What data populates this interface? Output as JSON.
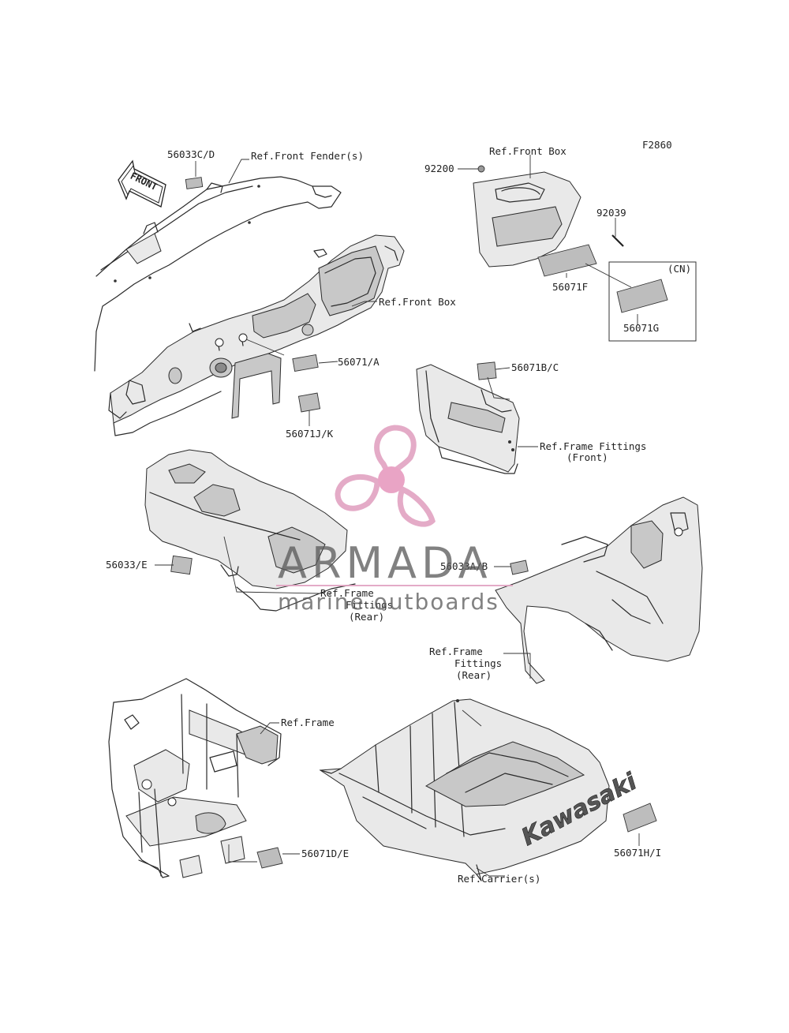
{
  "figure_code": "F2860",
  "front_arrow_label": "FRONT",
  "watermark": {
    "brand": "ARMADA",
    "tagline": "marine outboards",
    "logo_color": "#e2a3c1",
    "logo_center_color": "#e79bbf"
  },
  "callouts": {
    "c56033cd": "56033C/D",
    "ref_front_fender": "Ref.Front Fender(s)",
    "c92200": "92200",
    "ref_front_box_top": "Ref.Front Box",
    "c92039": "92039",
    "c56071f": "56071F",
    "cn": "(CN)",
    "c56071g": "56071G",
    "ref_front_box_mid": "Ref.Front Box",
    "c56071a": "56071/A",
    "c56071jk": "56071J/K",
    "c56071bc": "56071B/C",
    "ref_frame_fittings_front_1": "Ref.Frame Fittings",
    "ref_frame_fittings_front_2": "(Front)",
    "c56033e": "56033/E",
    "ref_frame_fittings_rear_a1": "Ref.Frame",
    "ref_frame_fittings_rear_a2": "Fittings",
    "ref_frame_fittings_rear_a3": "(Rear)",
    "c56033ab": "56033A/B",
    "ref_frame_fittings_rear_b1": "Ref.Frame",
    "ref_frame_fittings_rear_b2": "Fittings",
    "ref_frame_fittings_rear_b3": "(Rear)",
    "ref_frame": "Ref.Frame",
    "c56071de": "56071D/E",
    "ref_carrier": "Ref.Carrier(s)",
    "c56071hi": "56071H/I",
    "carrier_brand": "Kawasaki"
  }
}
